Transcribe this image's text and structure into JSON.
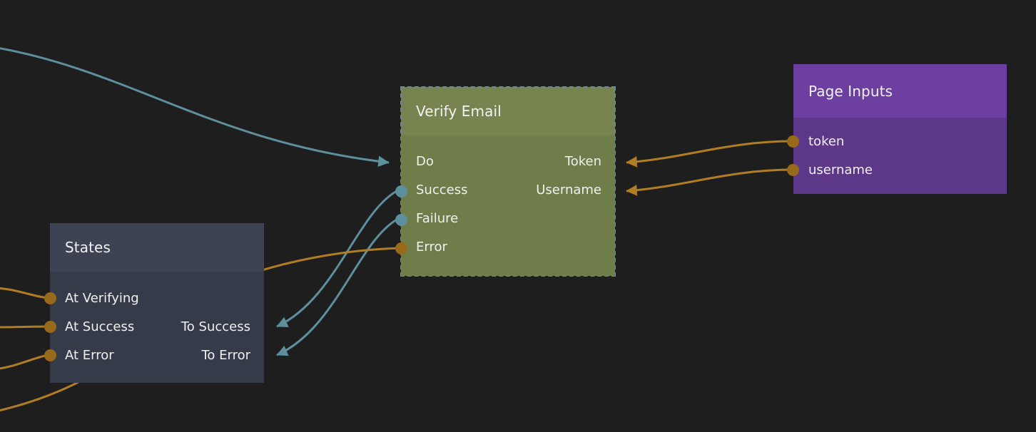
{
  "app": {
    "view": "node-graph-editor",
    "background_color": "#1e1e1e"
  },
  "colors": {
    "exec_wire": "#5e8f9c",
    "data_wire": "#b07d24",
    "node_green_header": "#78844f",
    "node_green_body": "#6f7d4b",
    "node_dark_header": "#3e4354",
    "node_dark_body": "#363b4a",
    "node_purple_header": "#6c3fa0",
    "node_purple_body": "#5d3788",
    "selection_border": "#6a8a95",
    "text": "#f0f0f0"
  },
  "nodes": [
    {
      "id": "verify-email",
      "title": "Verify Email",
      "selected": true,
      "inputs": [
        {
          "name": "Do",
          "connector": "arrow",
          "type": "exec"
        },
        {
          "name": "Success",
          "connector": "dot",
          "type": "exec"
        },
        {
          "name": "Failure",
          "connector": "dot",
          "type": "exec"
        },
        {
          "name": "Error",
          "connector": "dot",
          "type": "data"
        }
      ],
      "outputs": [
        {
          "name": "Token",
          "connector": "arrow",
          "type": "data"
        },
        {
          "name": "Username",
          "connector": "arrow",
          "type": "data"
        }
      ]
    },
    {
      "id": "states",
      "title": "States",
      "selected": false,
      "inputs": [
        {
          "name": "At Verifying",
          "connector": "dot",
          "type": "data"
        },
        {
          "name": "At Success",
          "connector": "dot",
          "type": "data"
        },
        {
          "name": "At Error",
          "connector": "dot",
          "type": "data"
        }
      ],
      "outputs": [
        {
          "name": "To Success",
          "connector": "arrow",
          "type": "exec"
        },
        {
          "name": "To Error",
          "connector": "arrow",
          "type": "exec"
        }
      ]
    },
    {
      "id": "page-inputs",
      "title": "Page Inputs",
      "selected": false,
      "inputs": [],
      "outputs": [
        {
          "name": "token",
          "connector": "dot",
          "type": "data"
        },
        {
          "name": "username",
          "connector": "dot",
          "type": "data"
        }
      ]
    }
  ],
  "rows": {
    "verify": {
      "do": "Do",
      "token": "Token",
      "success": "Success",
      "username": "Username",
      "failure": "Failure",
      "error": "Error"
    },
    "states": {
      "at_verifying": "At Verifying",
      "at_success": "At Success",
      "to_success": "To Success",
      "at_error": "At Error",
      "to_error": "To Error"
    },
    "page_inputs": {
      "token": "token",
      "username": "username"
    }
  },
  "titles": {
    "verify": "Verify Email",
    "states": "States",
    "page_inputs": "Page Inputs"
  },
  "wires": [
    {
      "id": "offscreen-to-do",
      "color": "#5e8f9c",
      "from": "offscreen-left",
      "to": "verify-email.Do"
    },
    {
      "id": "verify-success-to-states",
      "color": "#5e8f9c",
      "from": "verify-email.Success",
      "to": "states.To Success"
    },
    {
      "id": "verify-failure-to-states",
      "color": "#5e8f9c",
      "from": "verify-email.Failure",
      "to": "states.To Error"
    },
    {
      "id": "verify-error-to-offscreen",
      "color": "#b07d24",
      "from": "verify-email.Error",
      "to": "offscreen-left-bottom"
    },
    {
      "id": "pageinputs-token-to-token",
      "color": "#b07d24",
      "from": "page-inputs.token",
      "to": "verify-email.Token"
    },
    {
      "id": "pageinputs-user-to-username",
      "color": "#b07d24",
      "from": "page-inputs.username",
      "to": "verify-email.Username"
    },
    {
      "id": "offscreen-to-at-verifying",
      "color": "#b07d24",
      "from": "offscreen-left",
      "to": "states.At Verifying"
    },
    {
      "id": "offscreen-to-at-success",
      "color": "#b07d24",
      "from": "offscreen-left",
      "to": "states.At Success"
    },
    {
      "id": "offscreen-to-at-error",
      "color": "#b07d24",
      "from": "offscreen-left",
      "to": "states.At Error"
    }
  ]
}
